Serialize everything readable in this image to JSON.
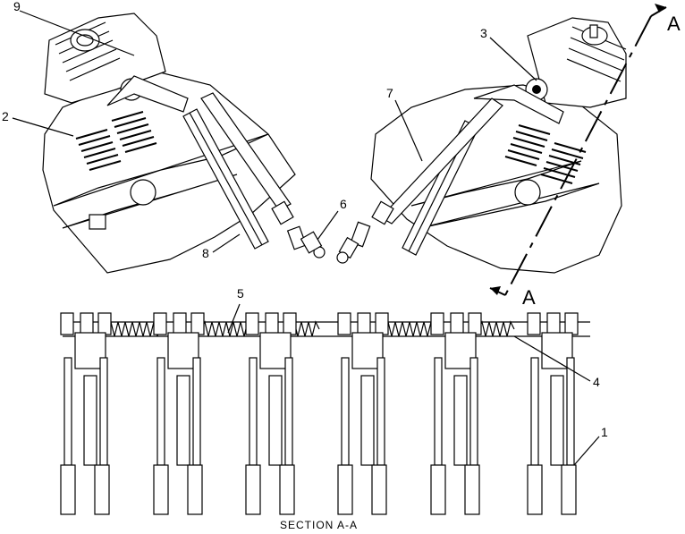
{
  "callouts": {
    "c1": "1",
    "c2": "2",
    "c3": "3",
    "c4": "4",
    "c5": "5",
    "c6": "6",
    "c7": "7",
    "c8": "8",
    "c9": "9"
  },
  "section": {
    "marker_top": "A",
    "marker_bottom": "A",
    "caption": "SECTION A-A"
  }
}
